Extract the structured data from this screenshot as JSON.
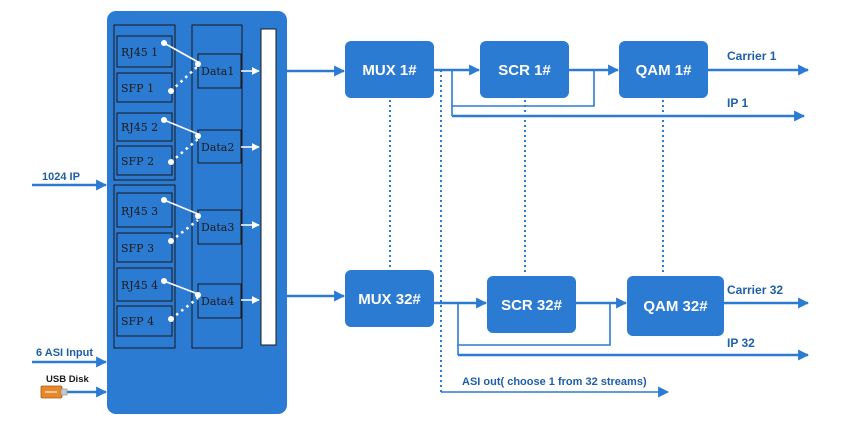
{
  "inputs": {
    "ip": "1024 IP",
    "asi": "6 ASI Input",
    "usb": "USB Disk",
    "usb_icon": "usb-drive-icon"
  },
  "ports": [
    {
      "rj45": "RJ45 1",
      "sfp": "SFP 1",
      "data": "Data1"
    },
    {
      "rj45": "RJ45 2",
      "sfp": "SFP 2",
      "data": "Data2"
    },
    {
      "rj45": "RJ45 3",
      "sfp": "SFP 3",
      "data": "Data3"
    },
    {
      "rj45": "RJ45 4",
      "sfp": "SFP 4",
      "data": "Data4"
    }
  ],
  "chain_top": {
    "mux": "MUX 1#",
    "scr": "SCR 1#",
    "qam": "QAM 1#",
    "carrier": "Carrier 1",
    "ip": "IP 1"
  },
  "chain_bottom": {
    "mux": "MUX 32#",
    "scr": "SCR 32#",
    "qam": "QAM 32#",
    "carrier": "Carrier 32",
    "ip": "IP 32"
  },
  "asi_out": "ASI out( choose 1 from 32 streams)",
  "colors": {
    "primary": "#2c7bd2",
    "line": "#2c7bd2",
    "outline": "#1a1a1a"
  }
}
